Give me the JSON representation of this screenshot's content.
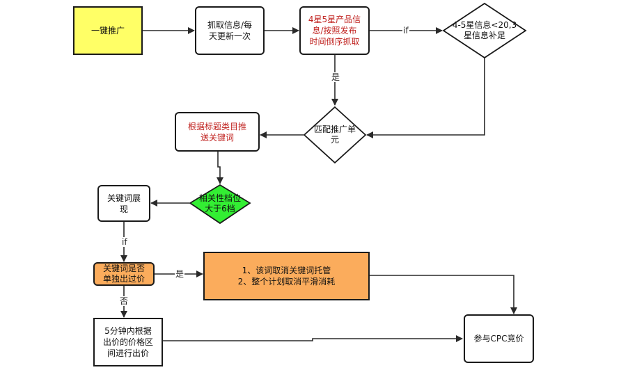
{
  "nodes": {
    "one_click_promotion": "一键推广",
    "fetch_info": "抓取信息/每\n天更新一次",
    "star_product_info": "4星5星产品信\n息/按照发布\n时间倒序抓取",
    "star_check": "4-5星信息<20,3\n星信息补足",
    "match_unit": "匹配推广单\n元",
    "push_keywords": "根据标题类目推\n送关键词",
    "relevance_check": "相关性档位\n大于6档",
    "keyword_show": "关键词展\n现",
    "keyword_bid_check": "关键词是否\n单独出过价",
    "cancel_actions": "1、该词取消关键词托管\n2、整个计划取消平滑消耗",
    "bid_by_price": "5分钟内根据\n出价的价格区\n间进行出价",
    "join_cpc": "参与CPC竞价"
  },
  "edge_labels": {
    "if_top": "if",
    "yes_down": "是",
    "if_left": "if",
    "yes_right": "是",
    "no_down": "否"
  },
  "colors": {
    "yellow_fill": "#ffff66",
    "green_fill": "#33ee33",
    "orange_fill": "#fbac5c",
    "red_text": "#c0221f"
  }
}
